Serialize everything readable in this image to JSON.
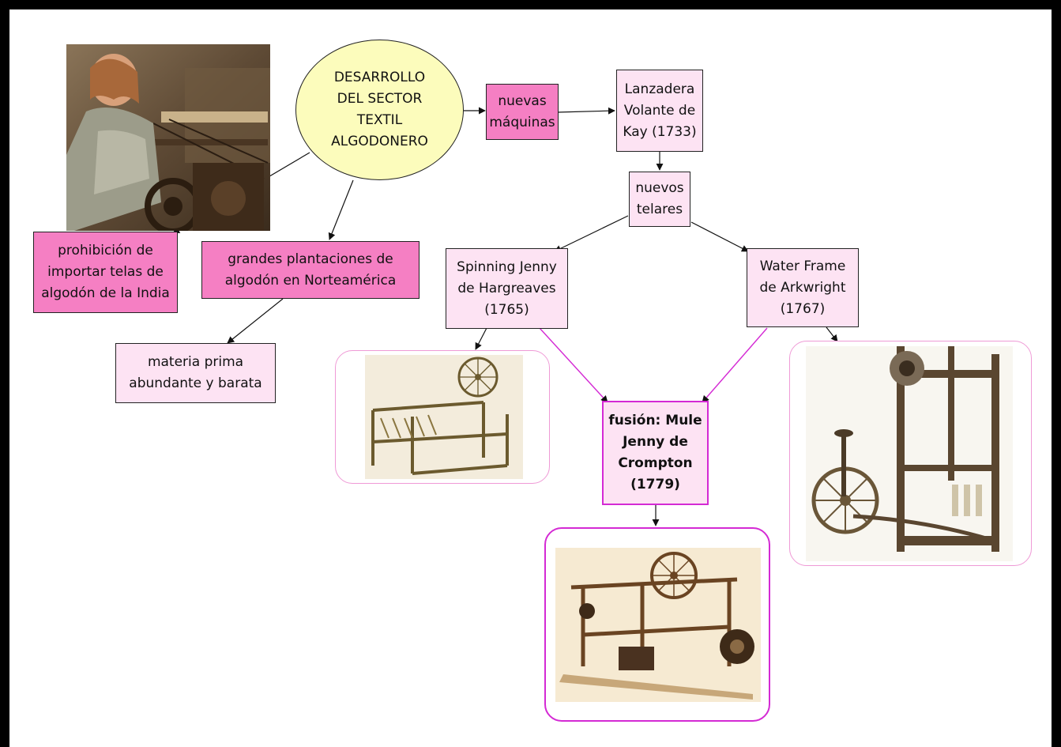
{
  "center": "DESARROLLO\nDEL SECTOR\nTEXTIL\nALGODONERO",
  "nuevas_maquinas": "nuevas\nmáquinas",
  "lanzadera": "Lanzadera\nVolante de\nKay (1733)",
  "nuevos_telares": "nuevos\ntelares",
  "spinning_jenny": "Spinning Jenny\nde Hargreaves\n(1765)",
  "water_frame": "Water Frame\nde Arkwright\n(1767)",
  "mule_jenny": "fusión: Mule\nJenny de\nCrompton\n(1779)",
  "prohibicion": "prohibición de\nimportar telas de\nalgodón de la India",
  "plantaciones": "grandes plantaciones de\nalgodón en Norteamérica",
  "materia_prima": "materia prima\nabundante y barata",
  "colors": {
    "pink": "#f57fc3",
    "light_pink": "#fde3f3",
    "yellow": "#fcfcbc",
    "magenta": "#d42ad4"
  }
}
